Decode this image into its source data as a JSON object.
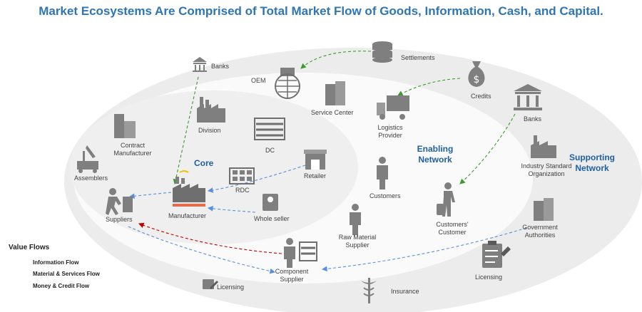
{
  "title": "Market Ecosystems Are Comprised of Total Market Flow of Goods, Information, Cash, and Capital.",
  "rings": {
    "core": "Core",
    "enabling": "Enabling Network",
    "supporting": "Supporting Network"
  },
  "nodes": {
    "banks_top": "Banks",
    "oem": "OEM",
    "settlements": "Settlements",
    "credits": "Credits",
    "division": "Division",
    "service_center": "Service Center",
    "logistics": "Logistics Provider",
    "banks_right": "Banks",
    "contract_manufacturer": "Contract Manufacturer",
    "dc": "DC",
    "industry_org": "Industry Standard Organization",
    "assemblers": "Assemblers",
    "retailer": "Retailer",
    "rdc": "RDC",
    "customers": "Customers",
    "suppliers": "Suppliers",
    "manufacturer": "Manufacturer",
    "whole_seller": "Whole seller",
    "customers_customer": "Customers' Customer",
    "raw_material": "Raw Material Supplier",
    "gov": "Government Authorities",
    "component_supplier": "Component Supplier",
    "licensing_right": "Licensing",
    "licensing_left": "Licensing",
    "insurance": "Insurance"
  },
  "legend": {
    "title": "Value Flows",
    "items": [
      "Information Flow",
      "Material & Services Flow",
      "Money & Credit Flow"
    ]
  },
  "colors": {
    "info": "#5b8fd6",
    "material": "#c00000",
    "money": "#3a9a2a",
    "icon": "#7f7f7f",
    "ring_fill": "#ececec"
  }
}
